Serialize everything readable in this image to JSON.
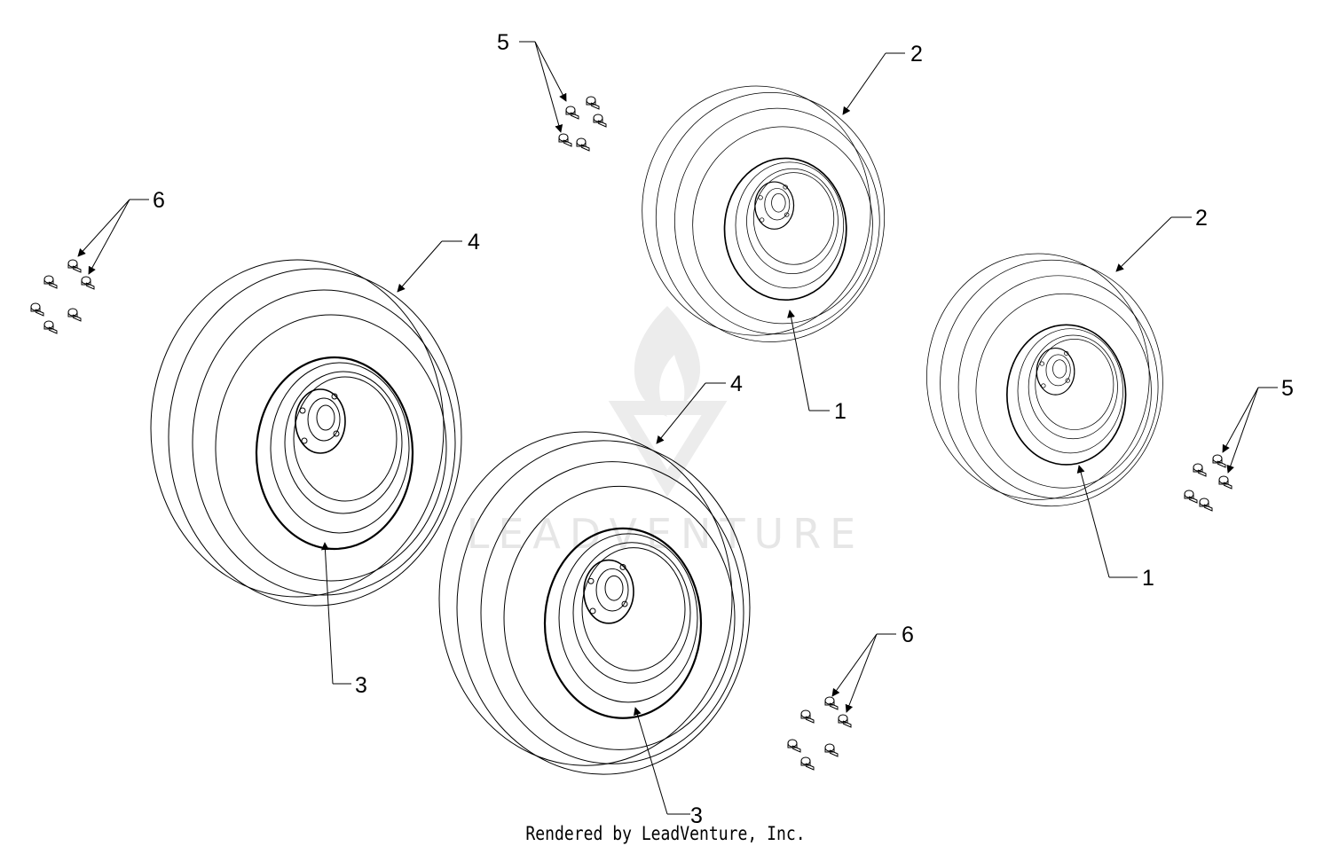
{
  "watermark": {
    "text": "LEADVENTURE"
  },
  "footer": {
    "credit": "Rendered by LeadVenture, Inc."
  },
  "callouts": {
    "wheel_right_front_rim": "1",
    "wheel_right_front_tire": "2",
    "wheel_right_rear_rim": "1",
    "wheel_right_rear_tire": "2",
    "wheel_left_front_rim": "3",
    "wheel_left_front_tire": "4",
    "wheel_center_rim": "3",
    "wheel_center_tire": "4",
    "bolts_top": "5",
    "bolts_right": "5",
    "bolts_left": "6",
    "bolts_bottom": "6"
  }
}
